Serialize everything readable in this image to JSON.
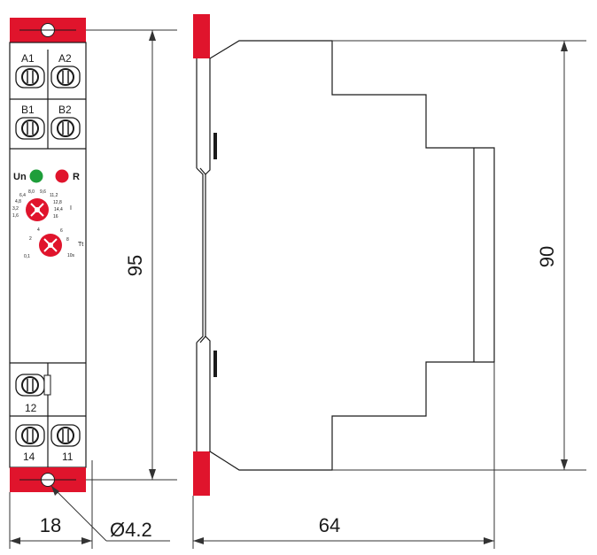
{
  "front_view": {
    "terminals_top": [
      "A1",
      "A2",
      "B1",
      "B2"
    ],
    "terminals_bottom": [
      "12",
      "14",
      "11"
    ],
    "leds": [
      {
        "label": "Un",
        "color": "#1e9e3a"
      },
      {
        "label": "R",
        "color": "#e0142c"
      }
    ],
    "dial_1": {
      "scale": [
        "1,6",
        "3,2",
        "4,8",
        "6,4",
        "8,0",
        "9,6",
        "11,2",
        "12,8",
        "14,4",
        "16"
      ],
      "label": "I"
    },
    "dial_2": {
      "scale": [
        "0,1",
        "2",
        "4",
        "6",
        "8",
        "10s"
      ],
      "label": "Tt"
    }
  },
  "dimensions": {
    "height_front": "95",
    "width_front": "18",
    "hole_diameter": "Ø4.2",
    "depth_side": "64",
    "height_side": "90"
  },
  "colors": {
    "accent_red": "#e0142c",
    "led_green": "#1e9e3a",
    "line": "#1a1a1a"
  }
}
